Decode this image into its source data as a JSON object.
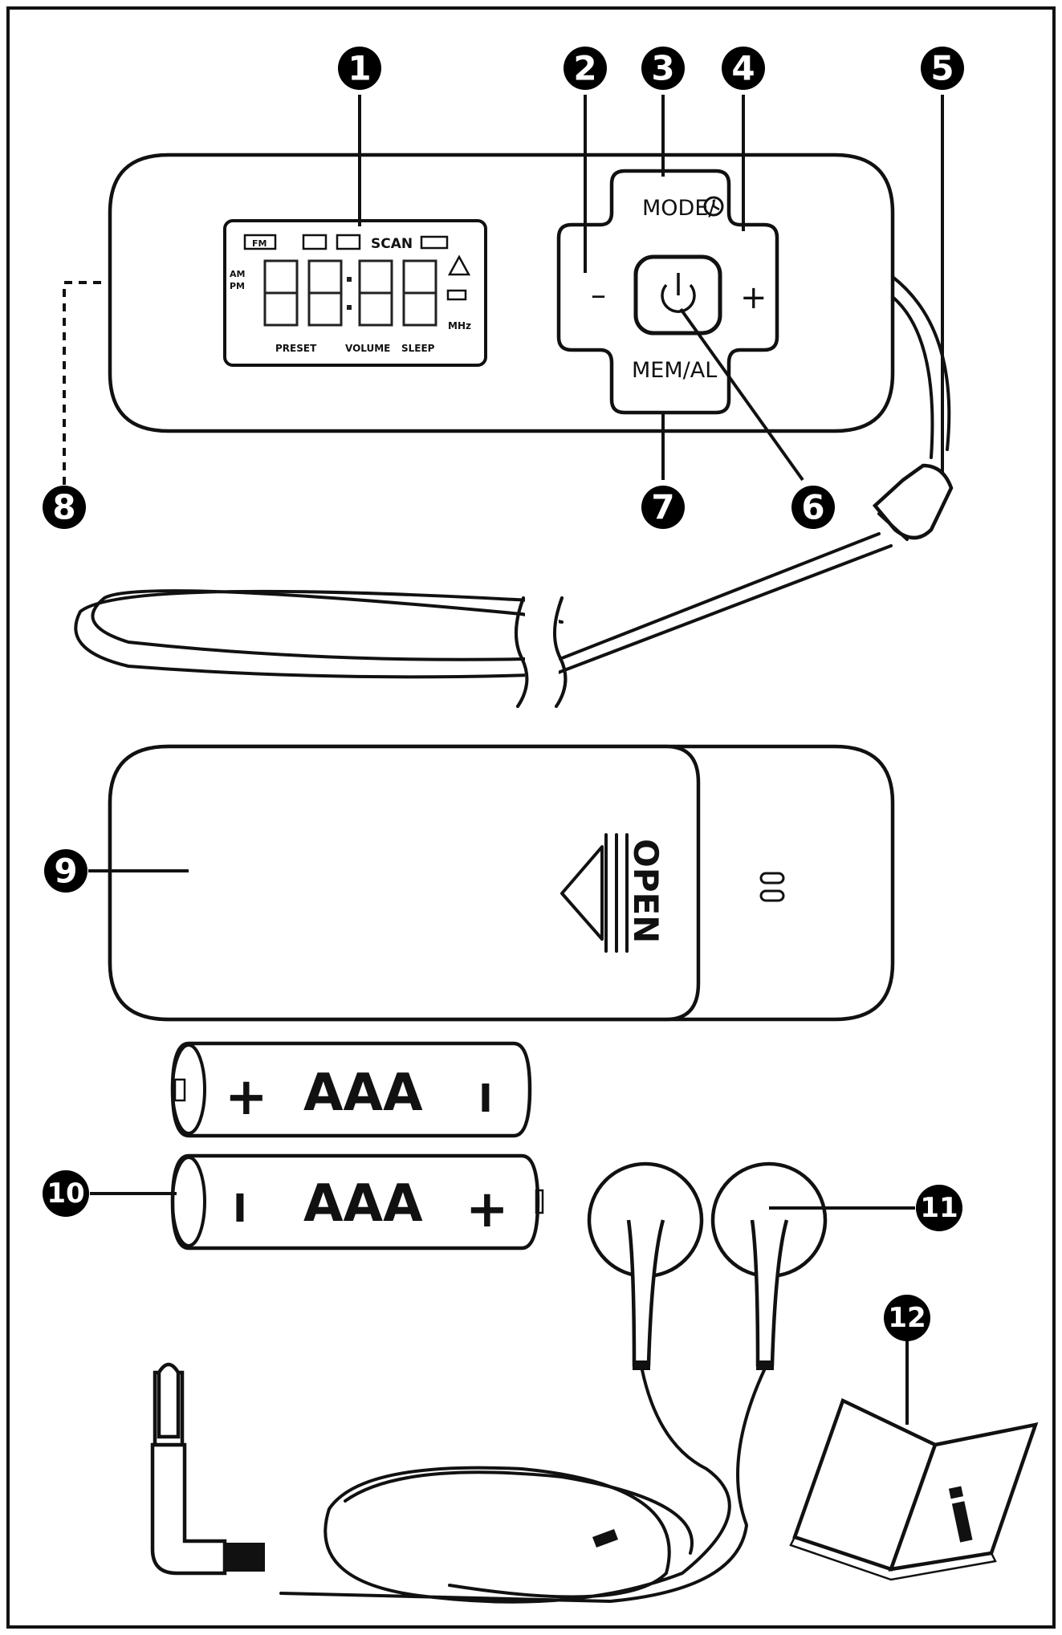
{
  "badges": {
    "b1": "1",
    "b2": "2",
    "b3": "3",
    "b4": "4",
    "b5": "5",
    "b6": "6",
    "b7": "7",
    "b8": "8",
    "b9": "9",
    "b10": "10",
    "b11": "11",
    "b12": "12"
  },
  "radio": {
    "button_mode": "MODE/",
    "button_mem": "MEM/AL",
    "button_minus": "–",
    "button_plus": "+",
    "lcd": {
      "fm": "FM",
      "scan": "SCAN",
      "am": "AM",
      "pm": "PM",
      "mhz": "MHz",
      "preset": "PRESET",
      "volume": "VOLUME",
      "sleep": "SLEEP"
    }
  },
  "cover": {
    "open_label": "OPEN"
  },
  "batteries": {
    "top": {
      "plus": "+",
      "type": "AAA",
      "minus": "I"
    },
    "bottom": {
      "minus": "I",
      "type": "AAA",
      "plus": "+"
    }
  },
  "manual": {
    "info_glyph": "i"
  },
  "colors": {
    "ink": "#111111",
    "paper": "#ffffff"
  }
}
